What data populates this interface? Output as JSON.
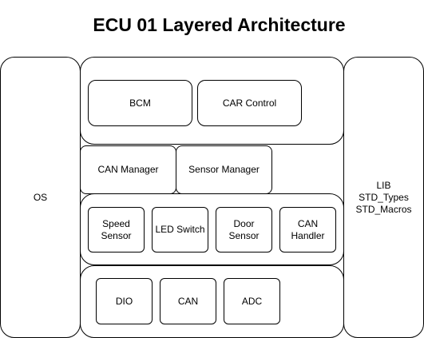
{
  "title": "ECU 01 Layered Architecture",
  "side": {
    "os": "OS",
    "lib": "LIB\nSTD_Types\nSTD_Macros"
  },
  "app_layer": {
    "bcm": "BCM",
    "car_control": "CAR Control"
  },
  "services_layer": {
    "can_manager": "CAN Manager",
    "sensor_manager": "Sensor Manager"
  },
  "hal_layer": {
    "speed_sensor": "Speed\nSensor",
    "led_switch": "LED Switch",
    "door_sensor": "Door\nSensor",
    "can_handler": "CAN\nHandler"
  },
  "mcal_layer": {
    "dio": "DIO",
    "can": "CAN",
    "adc": "ADC"
  }
}
